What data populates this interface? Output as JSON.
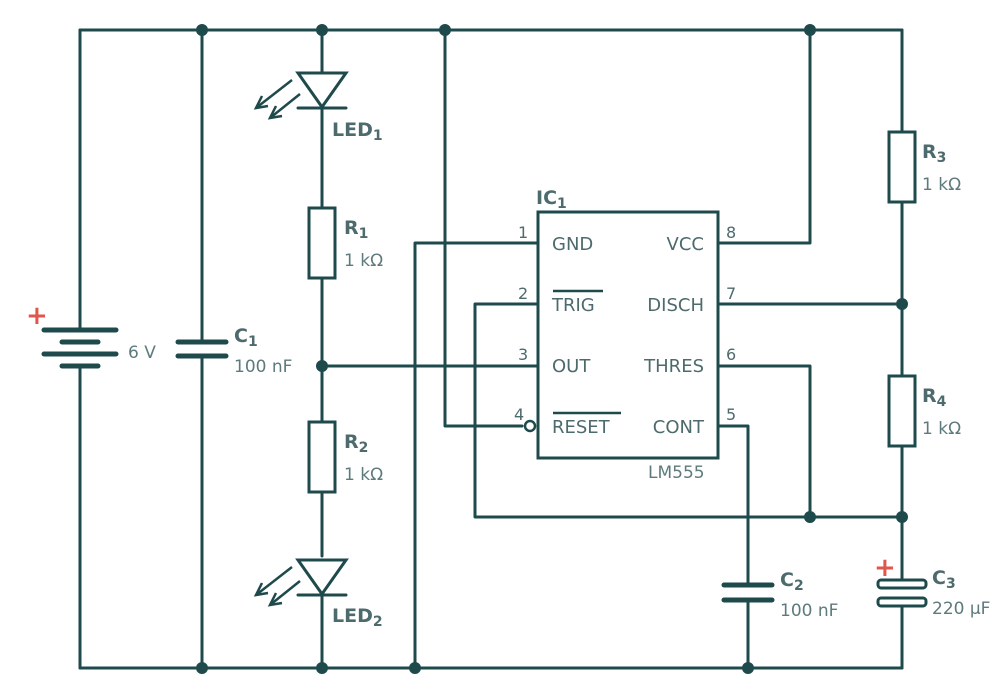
{
  "battery": {
    "label": "6 V",
    "polarity": "+"
  },
  "C1": {
    "name": "C",
    "sub": "1",
    "value": "100 nF"
  },
  "LED1": {
    "name": "LED",
    "sub": "1"
  },
  "LED2": {
    "name": "LED",
    "sub": "2"
  },
  "R1": {
    "name": "R",
    "sub": "1",
    "value": "1 kΩ"
  },
  "R2": {
    "name": "R",
    "sub": "2",
    "value": "1 kΩ"
  },
  "R3": {
    "name": "R",
    "sub": "3",
    "value": "1 kΩ"
  },
  "R4": {
    "name": "R",
    "sub": "4",
    "value": "1 kΩ"
  },
  "C2": {
    "name": "C",
    "sub": "2",
    "value": "100 nF"
  },
  "C3": {
    "name": "C",
    "sub": "3",
    "value": "220 µF",
    "polarity": "+"
  },
  "ic": {
    "name": "IC",
    "sub": "1",
    "part": "LM555",
    "pins": {
      "gnd": {
        "num": "1",
        "label": "GND"
      },
      "trig": {
        "num": "2",
        "label": "TRIG"
      },
      "out": {
        "num": "3",
        "label": "OUT"
      },
      "reset": {
        "num": "4",
        "label": "RESET"
      },
      "cont": {
        "num": "5",
        "label": "CONT"
      },
      "thres": {
        "num": "6",
        "label": "THRES"
      },
      "disch": {
        "num": "7",
        "label": "DISCH"
      },
      "vcc": {
        "num": "8",
        "label": "VCC"
      }
    }
  },
  "colors": {
    "wire": "#1f4a4c",
    "label": "#4d6a6d",
    "polarity": "#e0564a"
  }
}
